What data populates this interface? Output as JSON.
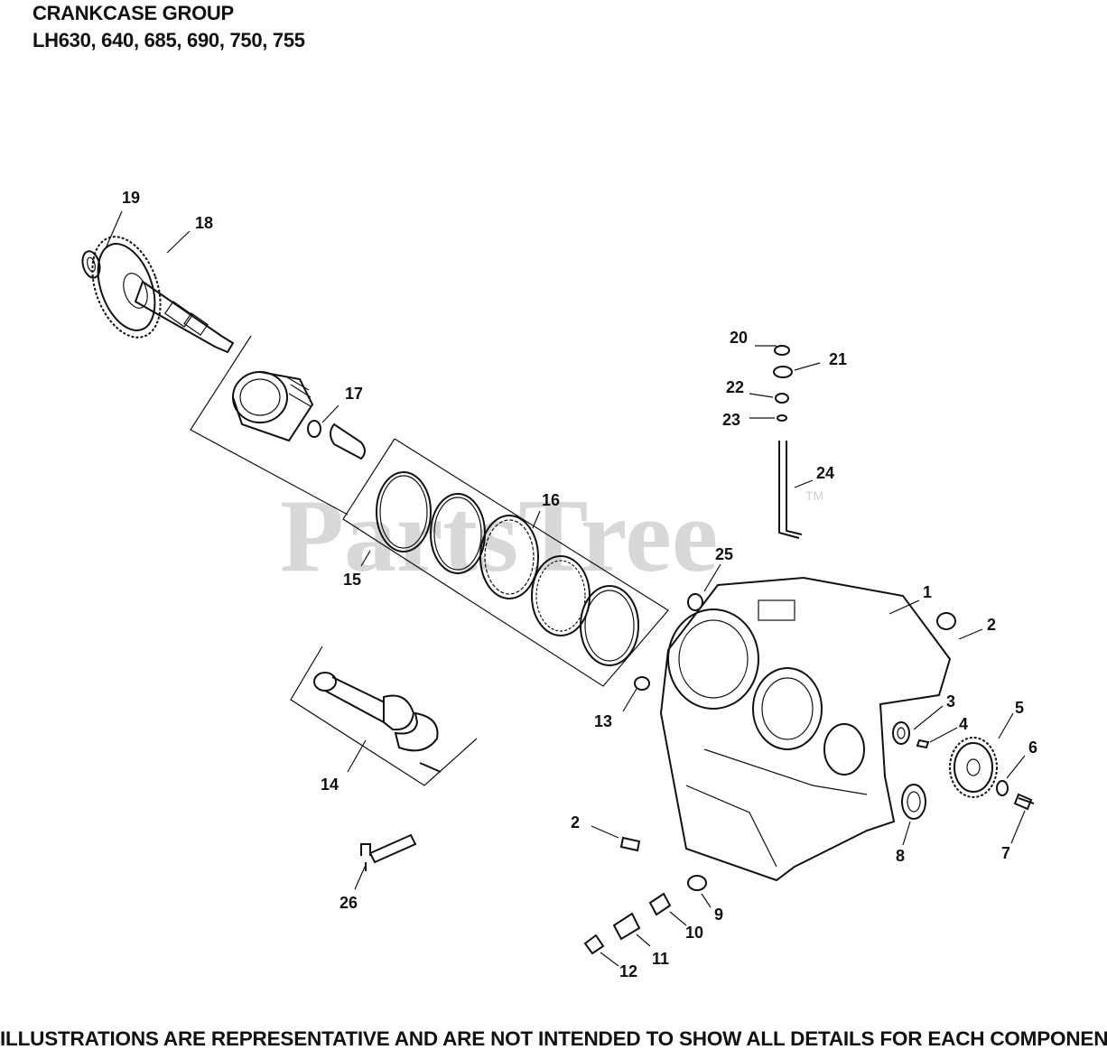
{
  "header": {
    "line1": "CRANKCASE GROUP",
    "line2": "LH630, 640, 685, 690, 750, 755"
  },
  "watermark": {
    "text": "PartsTree",
    "tm": "TM"
  },
  "footer": {
    "disclaimer": "ILLUSTRATIONS ARE REPRESENTATIVE AND ARE NOT INTENDED TO SHOW ALL DETAILS FOR EACH COMPONENT"
  },
  "callouts": {
    "c1": "1",
    "c2a": "2",
    "c2b": "2",
    "c3": "3",
    "c4": "4",
    "c5": "5",
    "c6": "6",
    "c7": "7",
    "c8": "8",
    "c9": "9",
    "c10": "10",
    "c11": "11",
    "c12": "12",
    "c13": "13",
    "c14": "14",
    "c15": "15",
    "c16": "16",
    "c17": "17",
    "c18": "18",
    "c19": "19",
    "c20": "20",
    "c21": "21",
    "c22": "22",
    "c23": "23",
    "c24": "24",
    "c25": "25",
    "c26": "26"
  }
}
